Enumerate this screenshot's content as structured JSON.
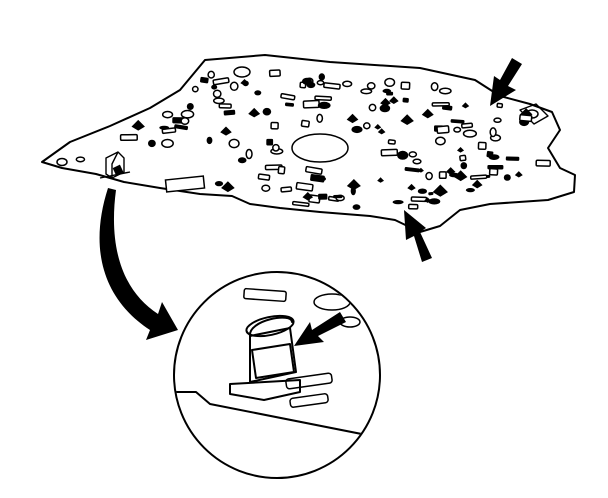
{
  "figure": {
    "kind": "technical-illustration",
    "subject": "valve-body-spacer-plate-with-filter-detail",
    "line_color": "#000000",
    "background_color": "#ffffff",
    "callout_arrows": 3,
    "magnified_detail": true
  }
}
